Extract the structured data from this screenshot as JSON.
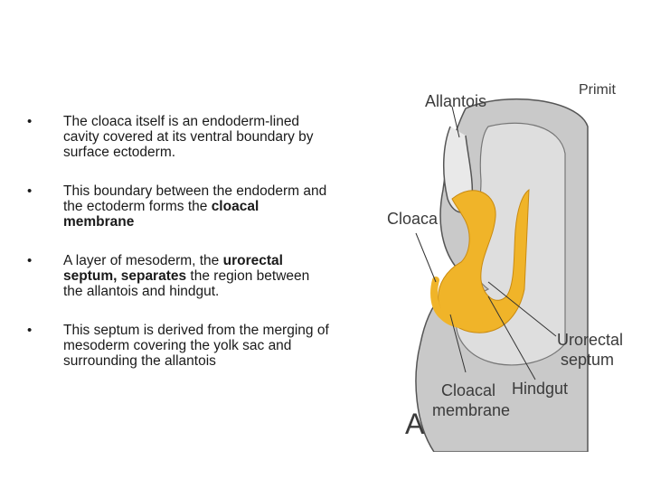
{
  "bullets": [
    {
      "parts": [
        "The cloaca itself is an endoderm-lined cavity covered at its ventral boundary by surface ectoderm."
      ]
    },
    {
      "parts": [
        "This boundary between the endoderm and the ectoderm forms the ",
        "cloacal membrane"
      ]
    },
    {
      "parts": [
        "A layer of mesoderm, the ",
        "urorectal septum, separates",
        " the region between the allantois and hindgut."
      ]
    },
    {
      "parts": [
        "This septum is derived from the merging of mesoderm covering the yolk sac and surrounding the allantois"
      ]
    }
  ],
  "bullet_glyph": "•",
  "figure": {
    "labels": {
      "allantois": "Allantois",
      "primitive": "Primit",
      "cloaca": "Cloaca",
      "urorectal_1": "Urorectal",
      "urorectal_2": "septum",
      "hindgut": "Hindgut",
      "cloacal_1": "Cloacal",
      "cloacal_2": "membrane",
      "panel": "A"
    },
    "colors": {
      "mesoderm": "#c9c9c9",
      "septum": "#f0b429",
      "outline": "#555555"
    }
  }
}
